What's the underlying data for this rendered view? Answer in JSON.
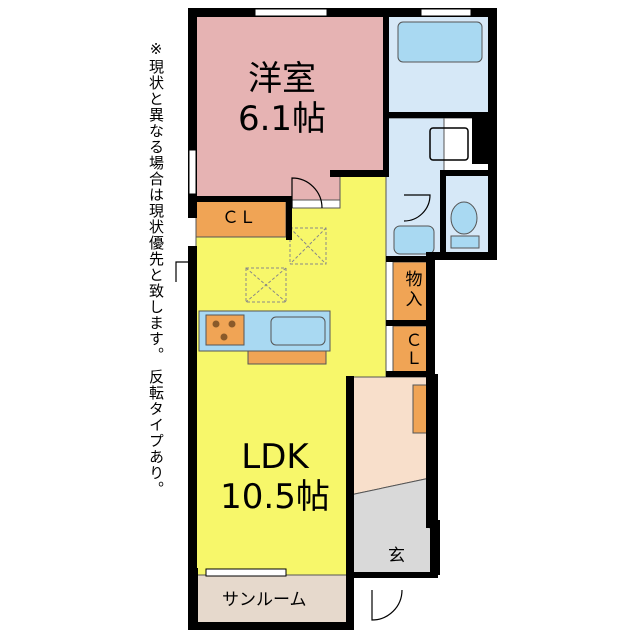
{
  "note": "※現状と異なる場合は現状優先と致します。 反転タイプあり。",
  "rooms": {
    "western_room": {
      "name": "洋室",
      "size": "6.1帖"
    },
    "ldk": {
      "name": "LDK",
      "size": "10.5帖"
    },
    "cl_upper": "ＣＬ",
    "storage": "物入",
    "cl_right": "ＣＬ",
    "entrance": "玄",
    "sunroom": "サンルーム"
  },
  "colors": {
    "western_room": "#e6b3b3",
    "ldk": "#f7f76a",
    "wet_area": "#d6e8f7",
    "fixture": "#a9d9f2",
    "closet": "#f0a455",
    "hall": "#f8dfcb",
    "entrance": "#d9d9d9",
    "sunroom": "#e6d9cc",
    "wall": "#000000"
  }
}
